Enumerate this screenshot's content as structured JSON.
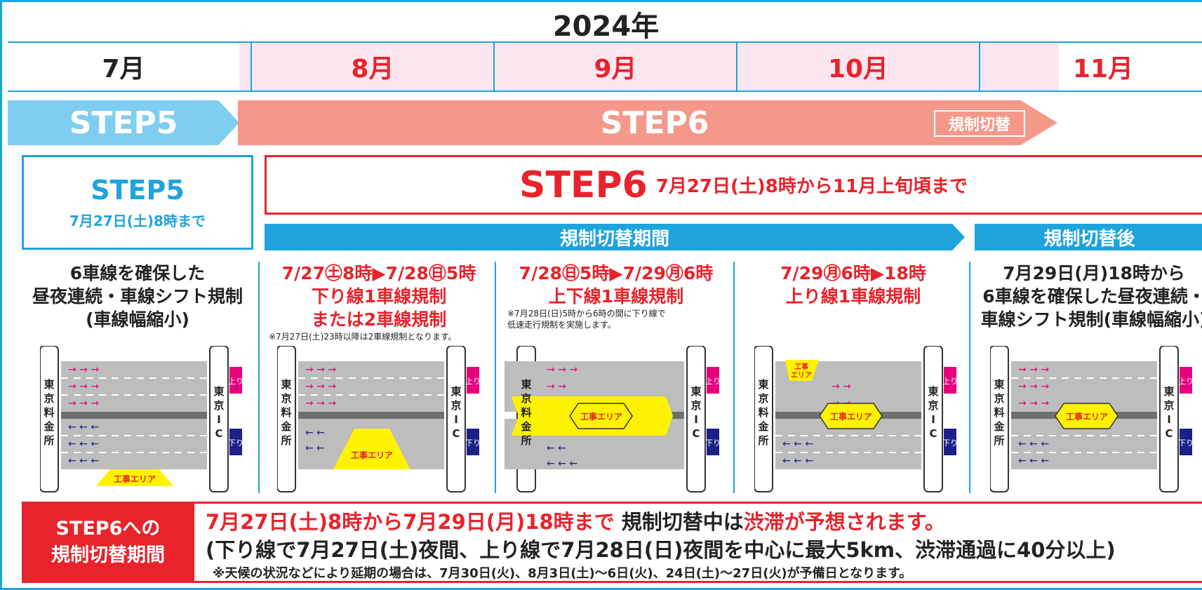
{
  "header": {
    "year": "2024年",
    "months": [
      "7月",
      "8月",
      "9月",
      "10月",
      "11月"
    ]
  },
  "bands": {
    "step5": "STEP5",
    "step6": "STEP6",
    "switch_tag": "規制切替"
  },
  "step5_box": {
    "title": "STEP5",
    "subtitle": "7月27日(土)8時まで"
  },
  "step6_box": {
    "title": "STEP6",
    "subtitle": "7月27日(土)8時から11月上旬頃まで"
  },
  "periods": {
    "switching": "規制切替期間",
    "after": "規制切替後"
  },
  "panels": [
    {
      "lines": [
        "6車線を確保した",
        "昼夜連続・車線シフト規制",
        "(車線幅縮小)"
      ],
      "note": ""
    },
    {
      "lines": [
        "7/27㊏8時▶7/28㊐5時",
        "下り線1車線規制",
        "または2車線規制"
      ],
      "note": "※7月27日(土)23時以降は2車線規制となります。"
    },
    {
      "lines": [
        "7/28㊐5時▶7/29㊊6時",
        "上下線1車線規制"
      ],
      "note": "※7月28日(日)5時から6時の間に下り線で\n低速走行規制を実施します。"
    },
    {
      "lines": [
        "7/29㊊6時▶18時",
        "上り線1車線規制"
      ],
      "note": ""
    },
    {
      "lines": [
        "7月29日(月)18時から",
        "6車線を確保した昼夜連続・",
        "車線シフト規制(車線幅縮小)"
      ],
      "note": ""
    }
  ],
  "diagram_labels": {
    "tollgate": "東京料金所",
    "ic": "東京IC",
    "up": "上り",
    "down": "下り",
    "work_area": "工事エリア"
  },
  "bottom": {
    "label_line1": "STEP6への",
    "label_line2": "規制切替期間",
    "line1_red": "7月27日(土)8時から7月29日(月)18時まで",
    "line1_black": "規制切替中は",
    "line1_red2": "渋滞が予想されます。",
    "line2": "(下り線で7月27日(土)夜間、上り線で7月28日(日)夜間を中心に最大5km、渋滞通過に40分以上)",
    "line3": "※天候の状況などにより延期の場合は、7月30日(火)、8月3日(土)～6日(火)、24日(土)～27日(火)が予備日となります。"
  },
  "colors": {
    "blue": "#1ea3dd",
    "red": "#e8232b",
    "salmon": "#f4998a",
    "light_blue": "#7fcef2",
    "pink_bg": "#fde6ef",
    "work_yellow": "#fff200"
  }
}
